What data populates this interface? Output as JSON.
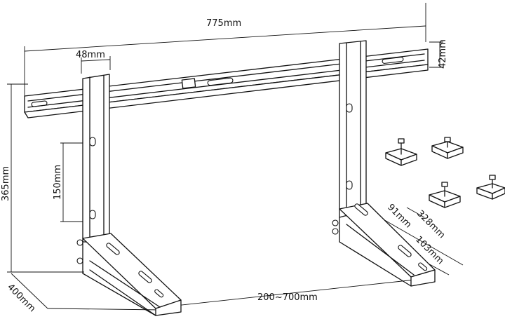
{
  "dimensions": {
    "width_775": "775mm",
    "height_42": "42mm",
    "width_48": "48mm",
    "height_365": "365mm",
    "height_150": "150mm",
    "depth_400": "400mm",
    "span_200_700": "200~700mm",
    "d_91": "91mm",
    "d_328": "328mm",
    "d_103": "103mm"
  }
}
